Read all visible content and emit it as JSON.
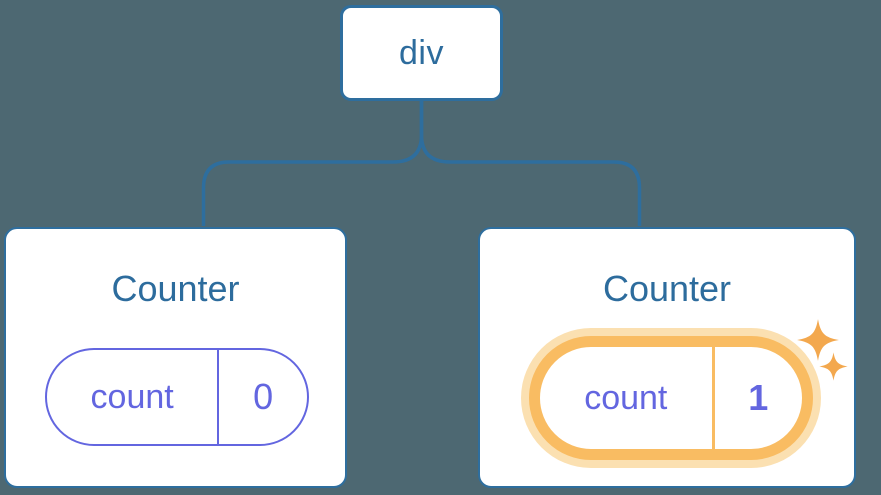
{
  "colors": {
    "background": "#4D6872",
    "connector-blue": "#2E6E9E",
    "node-text-blue": "#2D6C9D",
    "state-purple": "#6366E0",
    "highlight-orange": "#F9BC62",
    "highlight-halo": "#FBE0B1",
    "sparkle-orange": "#F3A84E",
    "card-background": "#FFFFFF"
  },
  "tree": {
    "root": {
      "label": "div"
    },
    "children": [
      {
        "title": "Counter",
        "state": {
          "key": "count",
          "value": "0"
        },
        "highlighted": false
      },
      {
        "title": "Counter",
        "state": {
          "key": "count",
          "value": "1"
        },
        "highlighted": true
      }
    ]
  }
}
